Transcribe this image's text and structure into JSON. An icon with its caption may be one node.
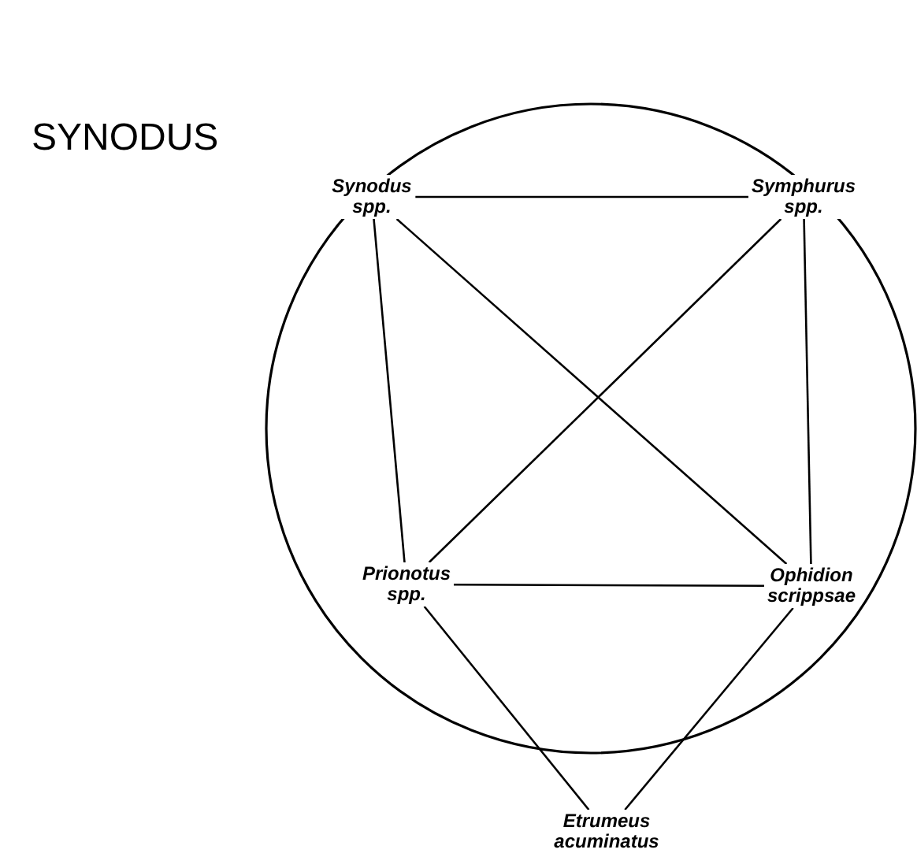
{
  "diagram": {
    "nodes": [
      {
        "text": [
          "SYNODUS"
        ]
      },
      {
        "text": [
          "Synodus spp."
        ],
        "in": 0
      },
      {
        "text": [
          "Symphurus spp."
        ],
        "in": 0
      },
      {
        "text": [
          "Prionotus spp."
        ],
        "in": 0
      },
      {
        "text": [
          "Ophidion scrippsae"
        ],
        "in": 0
      },
      {
        "text": [
          "Etrumeus acuminatus"
        ]
      }
    ],
    "edges": [
      {
        "from": 1,
        "to": 2,
        "arrow": "none"
      },
      {
        "from": 1,
        "to": 3,
        "arrow": "none"
      },
      {
        "from": 1,
        "to": 4,
        "arrow": "none"
      },
      {
        "from": 2,
        "to": 3,
        "arrow": "none"
      },
      {
        "from": 2,
        "to": 4,
        "arrow": "none"
      },
      {
        "from": 3,
        "to": 4,
        "arrow": "none"
      },
      {
        "from": 3,
        "to": 5,
        "arrow": "none"
      },
      {
        "from": 4,
        "to": 5,
        "arrow": "none"
      }
    ]
  }
}
